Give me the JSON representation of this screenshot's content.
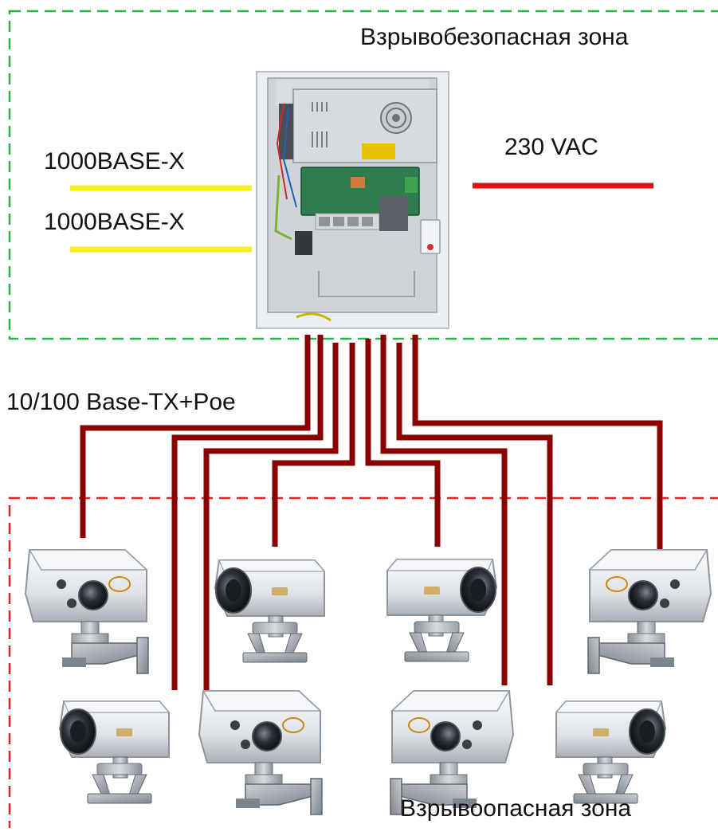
{
  "zones": {
    "safe_label": "Взрывобезопасная зона",
    "hazardous_label": "Взрывоопасная зона"
  },
  "links": {
    "fiber_1": "1000BASE-X",
    "fiber_2": "1000BASE-X",
    "power": "230 VAC",
    "poe": "10/100 Base-TX+Poe"
  },
  "colors": {
    "safe_zone_border": "#2db04a",
    "hazardous_zone_border": "#e02424",
    "fiber_line": "#f5ef1a",
    "power_line": "#e01010",
    "poe_cable": "#8b0000",
    "cabinet": "#eceff1",
    "camera_body": "#e6e8ea"
  },
  "icons": {
    "cabinet": "network-switch-cabinet-icon",
    "camera": "explosion-proof-camera-icon"
  },
  "camera_count": 8
}
